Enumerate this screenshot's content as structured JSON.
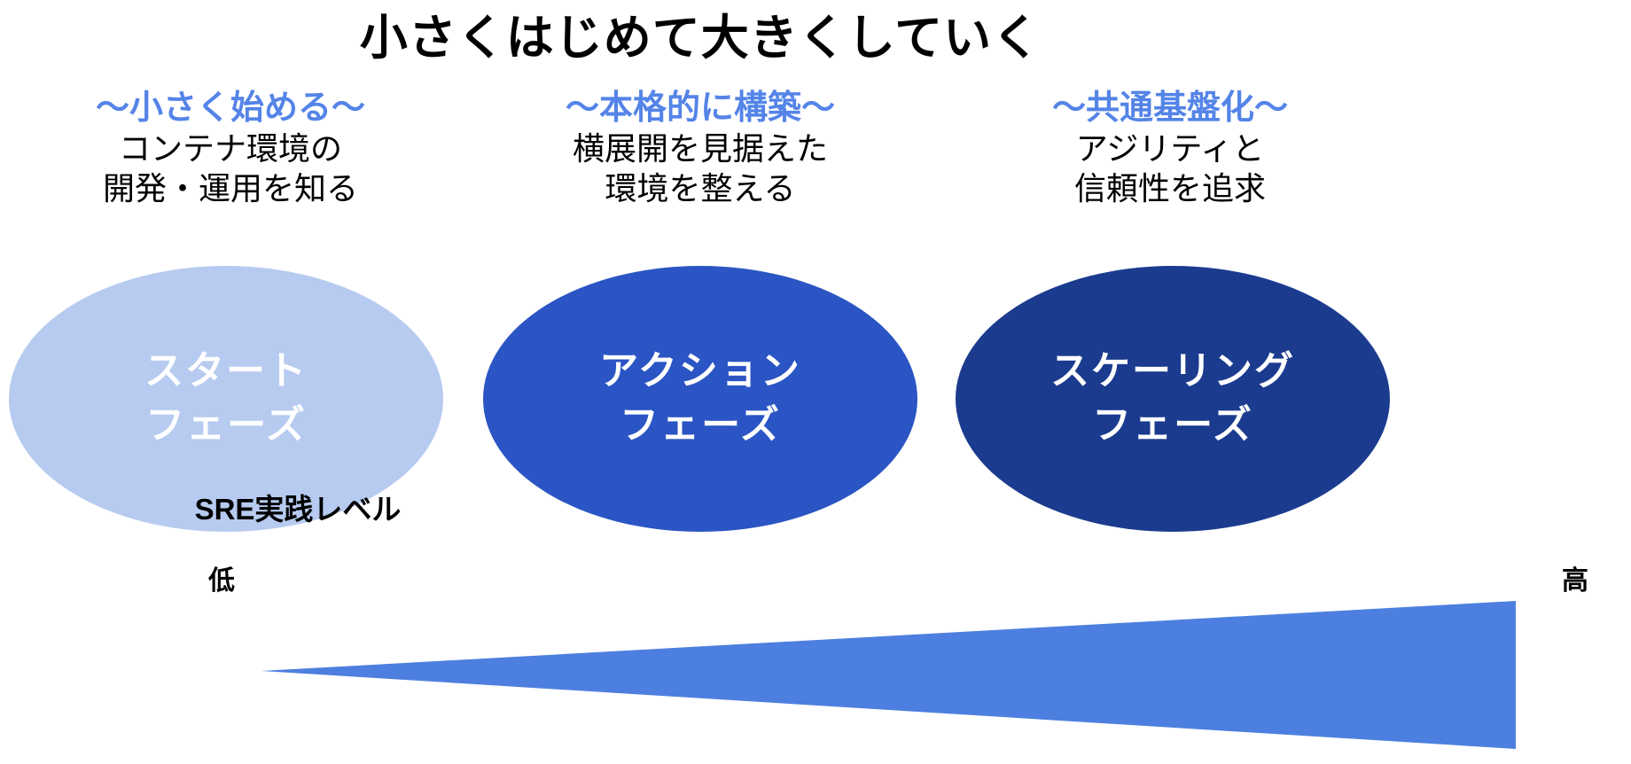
{
  "slide": {
    "title": "小さくはじめて大きくしていく",
    "background_color": "#ffffff"
  },
  "columns": [
    {
      "heading": "〜小さく始める〜",
      "heading_color": "#5484e8",
      "description_line1": "コンテナ環境の",
      "description_line2": "開発・運用を知る",
      "phase_line1": "スタート",
      "phase_line2": "フェーズ",
      "phase_color": "#b7cbf0"
    },
    {
      "heading": "〜本格的に構築〜",
      "heading_color": "#5484e8",
      "description_line1": "横展開を見据えた",
      "description_line2": "環境を整える",
      "phase_line1": "アクション",
      "phase_line2": "フェーズ",
      "phase_color": "#2b55c4"
    },
    {
      "heading": "〜共通基盤化〜",
      "heading_color": "#5484e8",
      "description_line1": "アジリティと",
      "description_line2": "信頼性を追求",
      "phase_line1": "スケーリング",
      "phase_line2": "フェーズ",
      "phase_color": "#1b3b8f"
    }
  ],
  "scale": {
    "label": "SRE実践レベル",
    "low_label": "低",
    "high_label": "高",
    "wedge_color": "#4d7fe0"
  }
}
